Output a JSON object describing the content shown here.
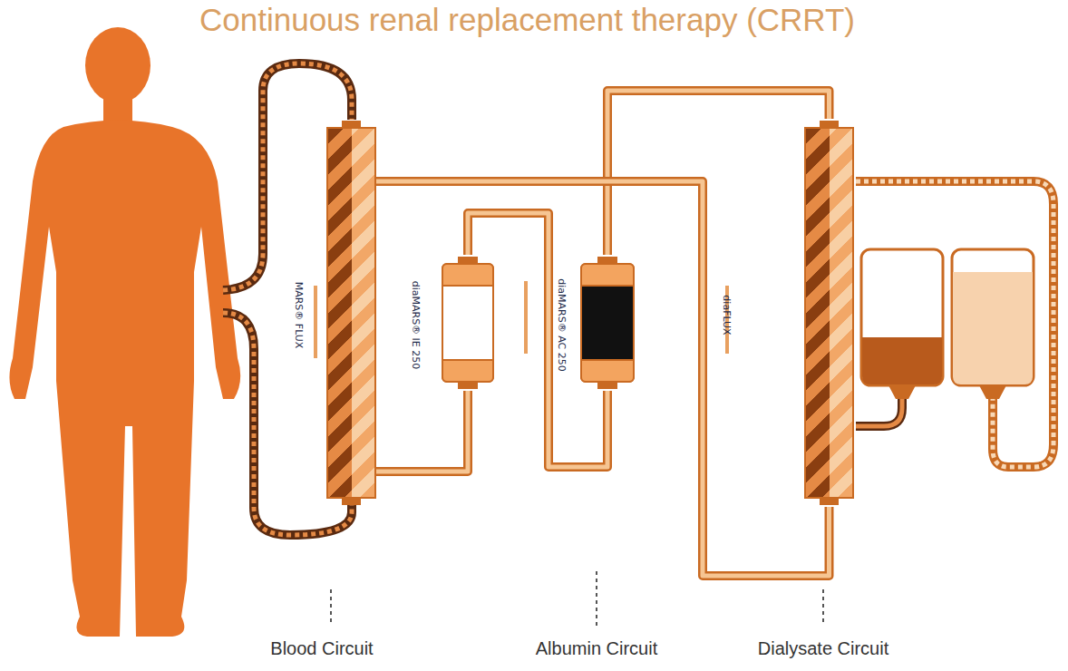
{
  "diagram": {
    "title": "Continuous renal replacement therapy (CRRT)",
    "nodes": [
      {
        "text": [
          "MARS® FLUX"
        ]
      },
      {
        "text": [
          "diaMARS® IE 250"
        ]
      },
      {
        "text": [
          "diaMARS® AC 250"
        ]
      },
      {
        "text": [
          "diaFLUX"
        ]
      }
    ],
    "edges": [
      {
        "from": 0,
        "to": 1,
        "arrow": "none"
      },
      {
        "from": 1,
        "to": 2,
        "arrow": "none"
      },
      {
        "from": 2,
        "to": 3,
        "arrow": "none"
      },
      {
        "from": 3,
        "to": 0,
        "arrow": "none"
      }
    ],
    "labels": [
      "Blood Circuit",
      "Albumin Circuit",
      "Dialysate Circuit"
    ]
  }
}
